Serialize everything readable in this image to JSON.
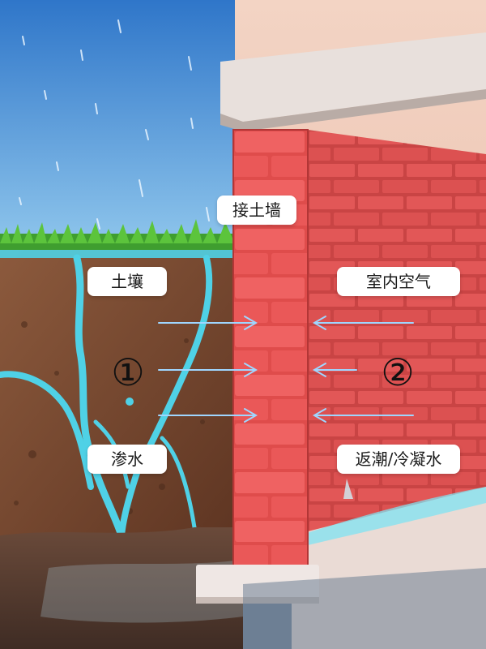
{
  "labels": {
    "wall": "接土墙",
    "soil": "土壤",
    "indoor_air": "室内空气",
    "seepage": "渗水",
    "damp_condensation": "返潮/冷凝水"
  },
  "markers": {
    "one": "①",
    "two": "②"
  },
  "colors": {
    "sky": "#3d8ed8",
    "soil": "#7a4a32",
    "water": "#4fd1e6",
    "brick": "#e0504f",
    "arrow": "#9fd6ff"
  }
}
